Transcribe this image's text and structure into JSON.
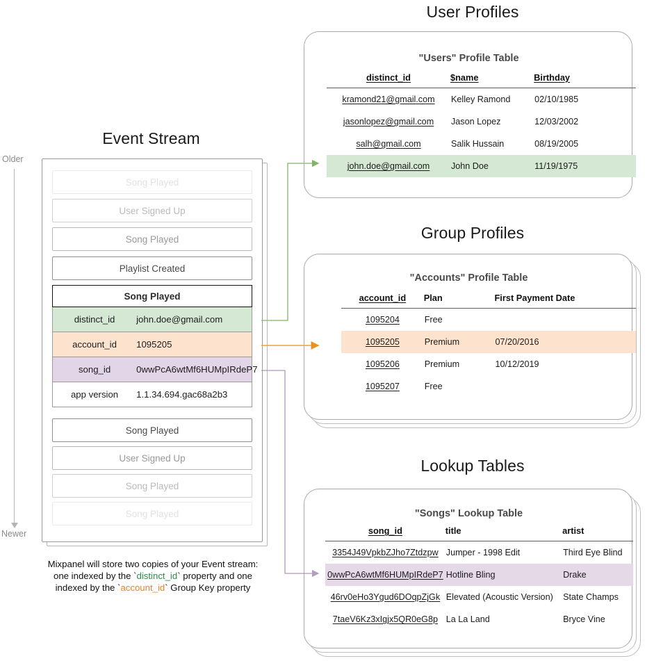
{
  "timeline": {
    "older_label": "Older",
    "newer_label": "Newer"
  },
  "event_stream": {
    "title": "Event Stream",
    "events_before": [
      {
        "label": "Song Played",
        "fade": "f1"
      },
      {
        "label": "User Signed Up",
        "fade": "f2"
      },
      {
        "label": "Song Played",
        "fade": "f3"
      },
      {
        "label": "Playlist Created",
        "fade": "f4"
      }
    ],
    "expanded_event": {
      "name": "Song Played",
      "properties": [
        {
          "key": "distinct_id",
          "value": "john.doe@gmail.com",
          "highlight": "green"
        },
        {
          "key": "account_id",
          "value": "1095205",
          "highlight": "orange"
        },
        {
          "key": "song_id",
          "value": "0wwPcA6wtMf6HUMpIRdeP7",
          "highlight": "purple"
        },
        {
          "key": "app version",
          "value": "1.1.34.694.gac68a2b3",
          "highlight": "none"
        }
      ]
    },
    "events_after": [
      {
        "label": "Song Played",
        "fade": "f4"
      },
      {
        "label": "User Signed Up",
        "fade": "f3"
      },
      {
        "label": "Song Played",
        "fade": "f2"
      },
      {
        "label": "Song Played",
        "fade": "f1"
      }
    ],
    "caption": {
      "line1": "Mixpanel will store two copies of your Event stream:",
      "line2_a": "one indexed by the `",
      "line2_key": "distinct_id",
      "line2_b": "` property and one",
      "line3_a": "indexed by the `",
      "line3_key": "account_id",
      "line3_b": "` Group Key property"
    }
  },
  "user_profiles": {
    "section_title": "User Profiles",
    "table_title": "\"Users\" Profile Table",
    "columns": [
      "distinct_id",
      "$name",
      "Birthday"
    ],
    "rows": [
      {
        "distinct_id": "kramond21@gmail.com",
        "name": "Kelley Ramond",
        "birthday": "02/10/1985",
        "highlight": "none"
      },
      {
        "distinct_id": "jasonlopez@gmail.com",
        "name": "Jason Lopez",
        "birthday": "12/03/2002",
        "highlight": "none"
      },
      {
        "distinct_id": "salh@gmail.com",
        "name": "Salik Hussain",
        "birthday": "08/19/2005",
        "highlight": "none"
      },
      {
        "distinct_id": "john.doe@gmail.com",
        "name": "John Doe",
        "birthday": "11/19/1975",
        "highlight": "green"
      }
    ]
  },
  "group_profiles": {
    "section_title": "Group Profiles",
    "table_title": "\"Accounts\" Profile Table",
    "columns": [
      "account_id",
      "Plan",
      "First Payment Date"
    ],
    "rows": [
      {
        "account_id": "1095204",
        "plan": "Free",
        "first_payment_date": "",
        "highlight": "none"
      },
      {
        "account_id": "1095205",
        "plan": "Premium",
        "first_payment_date": "07/20/2016",
        "highlight": "orange"
      },
      {
        "account_id": "1095206",
        "plan": "Premium",
        "first_payment_date": "10/12/2019",
        "highlight": "none"
      },
      {
        "account_id": "1095207",
        "plan": "Free",
        "first_payment_date": "",
        "highlight": "none"
      }
    ]
  },
  "lookup_tables": {
    "section_title": "Lookup Tables",
    "table_title": "\"Songs\" Lookup Table",
    "columns": [
      "song_id",
      "title",
      "artist"
    ],
    "rows": [
      {
        "song_id": "3354J49VpkbZJho7Ztdzpw",
        "title": "Jumper - 1998 Edit",
        "artist": "Third Eye Blind",
        "highlight": "none"
      },
      {
        "song_id": "0wwPcA6wtMf6HUMpIRdeP7",
        "title": "Hotline Bling",
        "artist": "Drake",
        "highlight": "purple"
      },
      {
        "song_id": "46rv0eHo3Ygud6DOqpZjGk",
        "title": "Elevated (Acoustic Version)",
        "artist": "State Champs",
        "highlight": "none"
      },
      {
        "song_id": "7taeV6Kz3xIgjx5QR0eG8p",
        "title": "La La Land",
        "artist": "Bryce Vine",
        "highlight": "none"
      }
    ]
  },
  "colors": {
    "green": "#d5e8d4",
    "orange": "#fde3cd",
    "purple": "#e1d5e7",
    "green_line": "#82b366",
    "orange_line": "#e8a33d",
    "purple_line": "#9673a6"
  }
}
